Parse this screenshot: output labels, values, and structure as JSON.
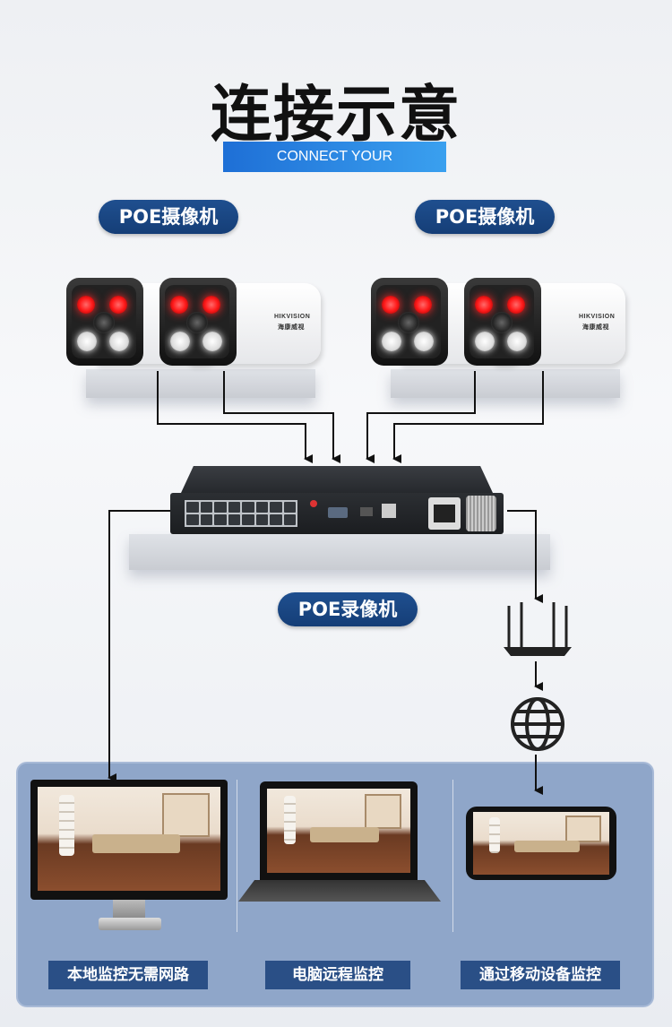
{
  "title": "连接示意",
  "subtitle": "CONNECT YOUR",
  "camera_labels": [
    "POE摄像机",
    "POE摄像机"
  ],
  "camera_brand": "HIKVISION",
  "camera_brand_cn": "海康威视",
  "nvr_label": "POE录像机",
  "outputs": [
    {
      "label": "本地监控无需网路",
      "device": "monitor"
    },
    {
      "label": "电脑远程监控",
      "device": "laptop"
    },
    {
      "label": "通过移动设备监控",
      "device": "phone"
    }
  ],
  "network_devices": [
    "router-icon",
    "globe-icon"
  ],
  "colors": {
    "accent": "#1f4f8f",
    "panel": "#8fa6c9",
    "label": "#2a4f86"
  }
}
